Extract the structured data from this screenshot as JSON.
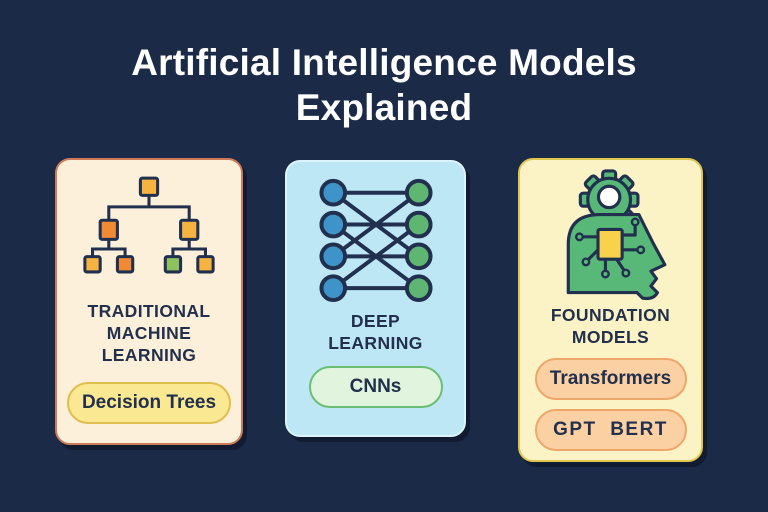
{
  "title": {
    "line1": "Artificial Intelligence Models",
    "line2": "Explained"
  },
  "cards": [
    {
      "icon": "decision-tree-icon",
      "heading_lines": [
        "TRADITIONAL",
        "MACHINE",
        "LEARNING"
      ],
      "pills": [
        {
          "label": "Decision Trees"
        }
      ]
    },
    {
      "icon": "neural-network-icon",
      "heading_lines": [
        "DEEP",
        "LEARNING"
      ],
      "pills": [
        {
          "label": "CNNs"
        }
      ]
    },
    {
      "icon": "head-gear-chip-icon",
      "heading_lines": [
        "FOUNDATION",
        "MODELS"
      ],
      "pills": [
        {
          "label": "Transformers"
        },
        {
          "label": "GPT  BERT"
        }
      ]
    }
  ],
  "colors": {
    "background": "#1B2A47",
    "outline": "#22304F",
    "title_text": "#FFFFFF",
    "heading_text": "#22304D",
    "card1_fill": "#FCF0DB",
    "card1_border": "#CC7A58",
    "card2_fill": "#BEE7F5",
    "card2_border": "#DCF4FB",
    "card3_fill": "#FBF3C6",
    "card3_border": "#E0C64F",
    "pill_yellow_fill": "#FAE992",
    "pill_yellow_border": "#DDBE4E",
    "pill_green_fill": "#E1F5DE",
    "pill_green_border": "#6CBE74",
    "pill_peach_fill": "#FBD0A2",
    "pill_peach_border": "#EFA66B",
    "tree_amber": "#F6B33F",
    "tree_orange": "#F08A33",
    "tree_green": "#8FC15C",
    "net_blue": "#3E93C8",
    "net_green": "#5EB672",
    "head_green": "#57B878",
    "chip_yellow": "#F8D24A",
    "gear_hole": "#FFFFFF"
  }
}
